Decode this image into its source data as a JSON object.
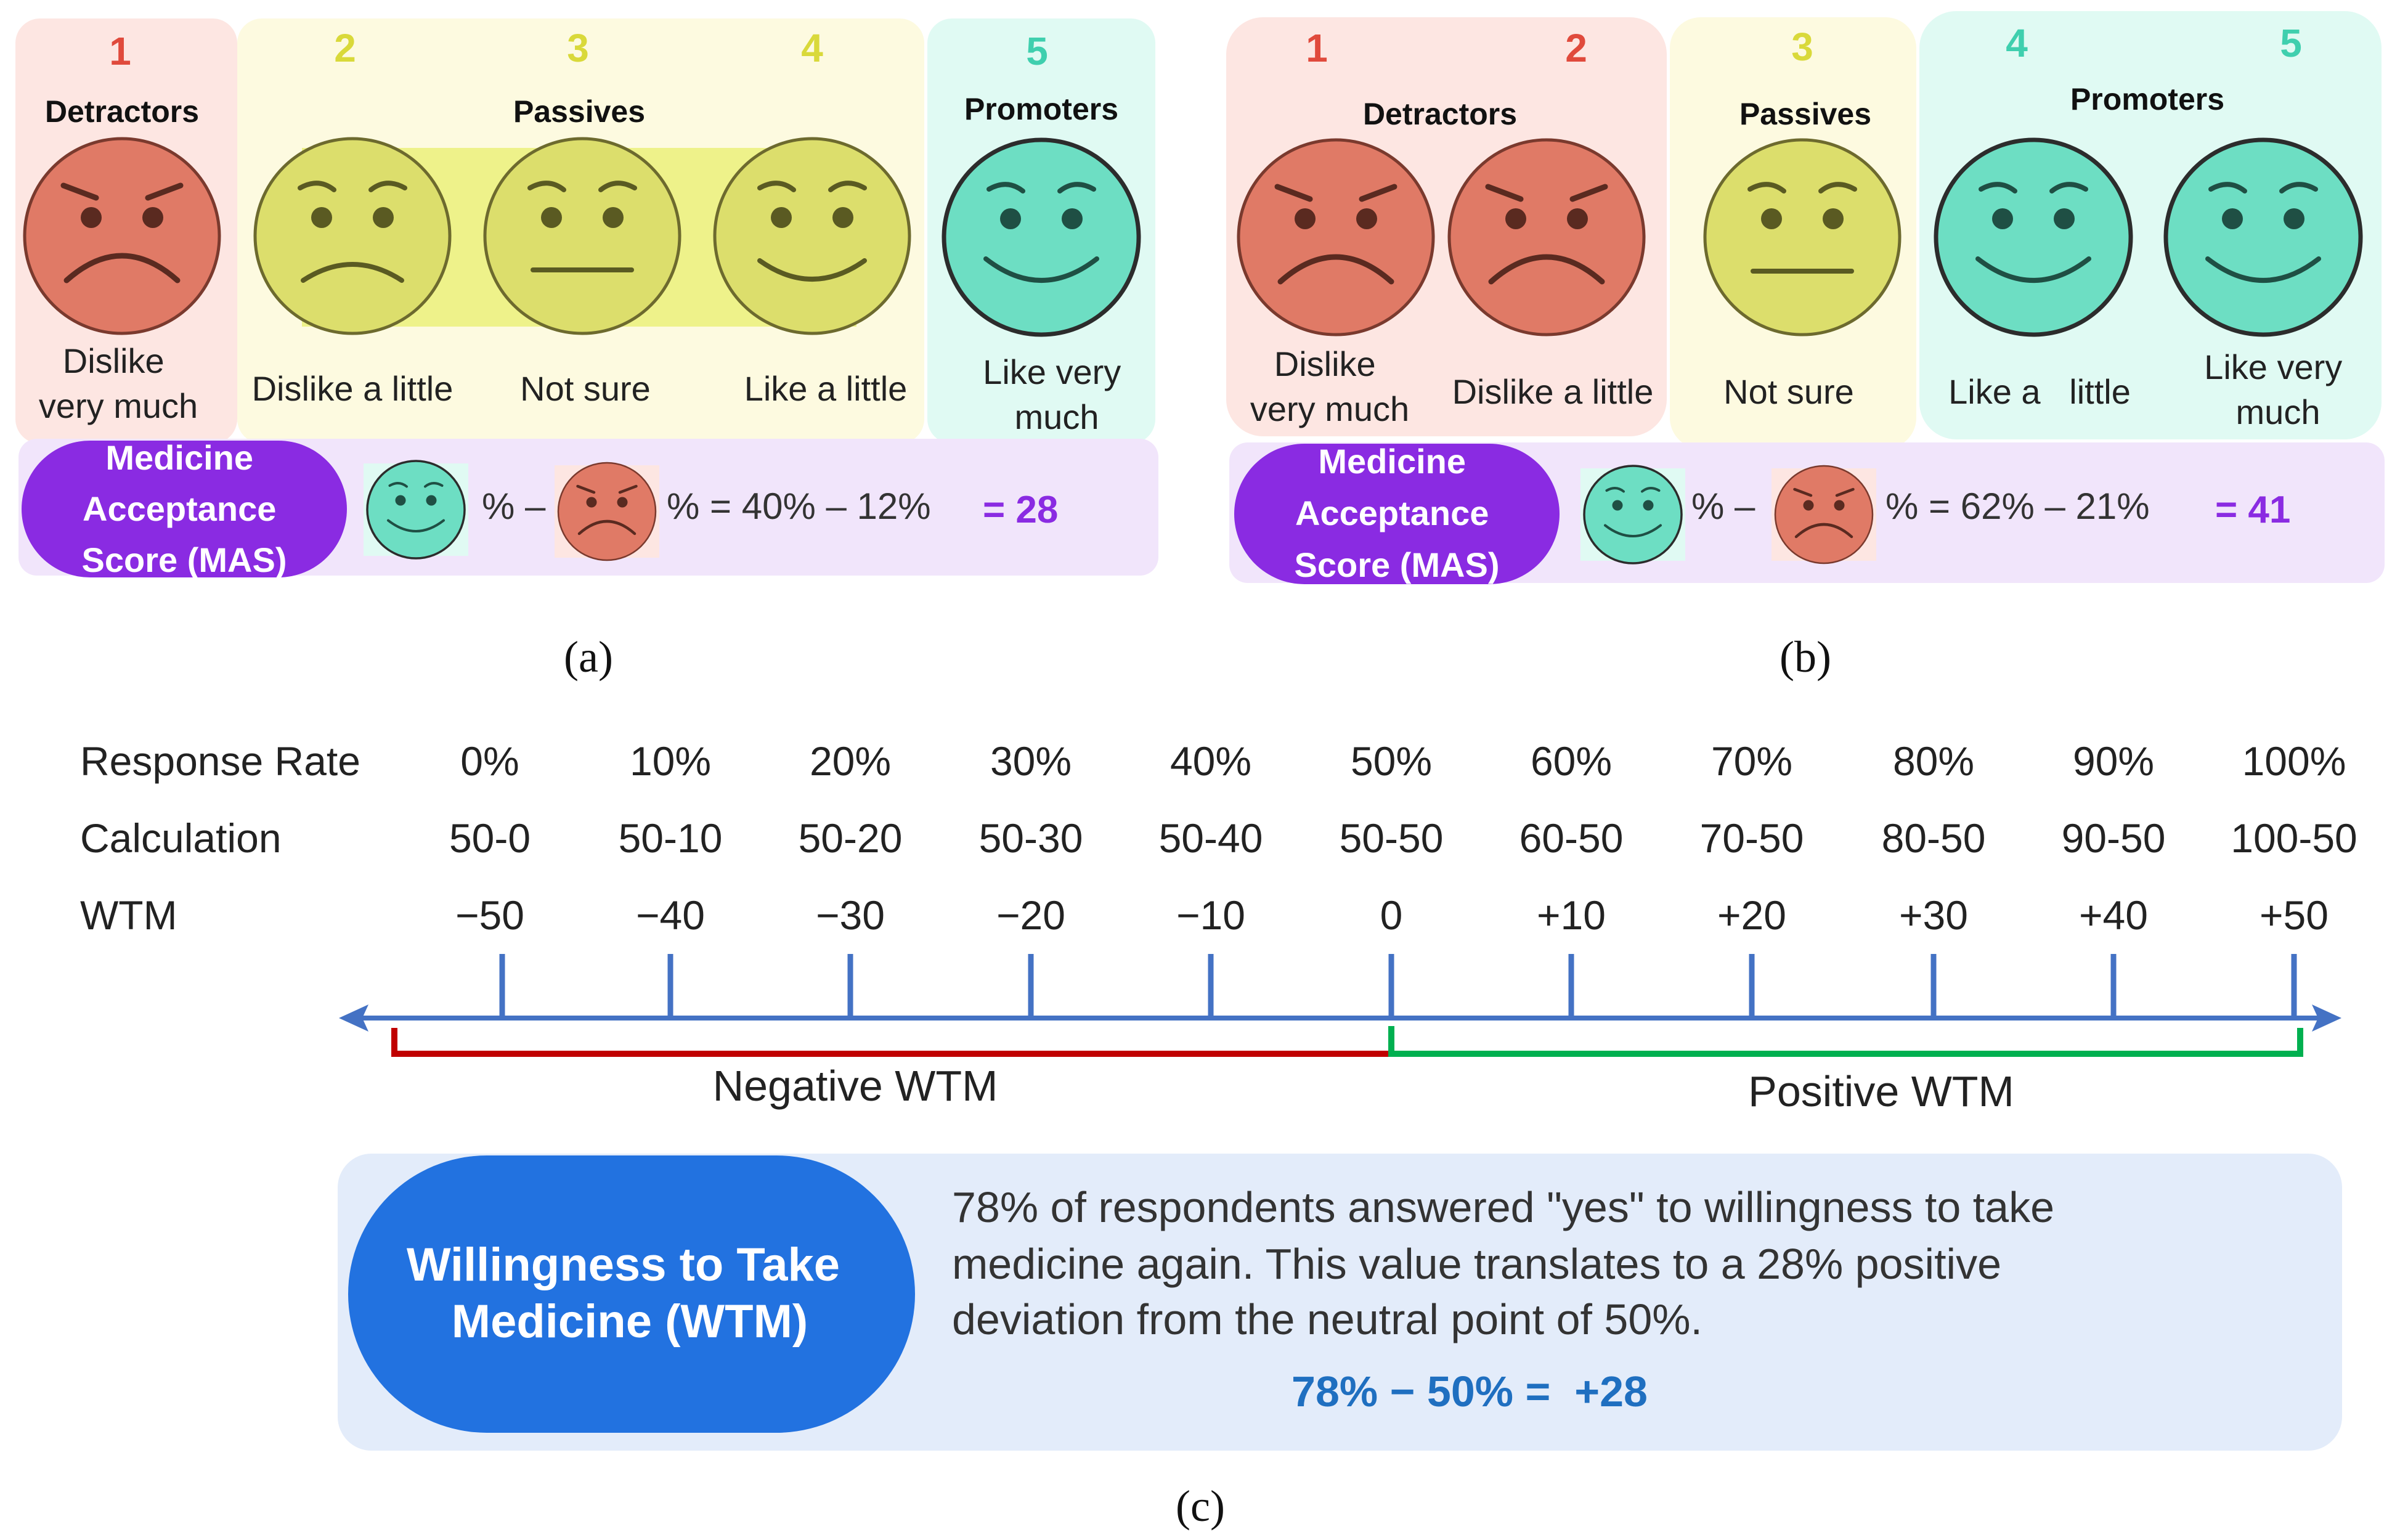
{
  "panel_a": {
    "numbers": [
      "1",
      "2",
      "3",
      "4",
      "5"
    ],
    "group_labels": {
      "detractors": "Detractors",
      "passives": "Passives",
      "promoters": "Promoters"
    },
    "face_labels": [
      [
        "Dislike",
        "very much"
      ],
      [
        "Dislike a little"
      ],
      [
        "Not sure"
      ],
      [
        "Like a little"
      ],
      [
        "Like very",
        "much"
      ]
    ],
    "mas_label": [
      "Medicine",
      "Acceptance",
      "Score (MAS)"
    ],
    "formula_pct1": "% –",
    "formula_rest": "% = 40% – 12%",
    "result": "= 28",
    "caption": "(a)"
  },
  "panel_b": {
    "numbers": [
      "1",
      "2",
      "3",
      "4",
      "5"
    ],
    "group_labels": {
      "detractors": "Detractors",
      "passives": "Passives",
      "promoters": "Promoters"
    },
    "face_labels": [
      [
        "Dislike",
        "very much"
      ],
      [
        "Dislike a little"
      ],
      [
        "Not sure"
      ],
      [
        "Like a   little"
      ],
      [
        "Like very",
        "much"
      ]
    ],
    "mas_label": [
      "Medicine",
      "Acceptance",
      "Score (MAS)"
    ],
    "formula_pct1": "% –",
    "formula_rest": "% = 62% – 21%",
    "result": "= 41",
    "caption": "(b)"
  },
  "panel_c": {
    "row_labels": [
      "Response Rate",
      "Calculation",
      "WTM"
    ],
    "response_rates": [
      "0%",
      "10%",
      "20%",
      "30%",
      "40%",
      "50%",
      "60%",
      "70%",
      "80%",
      "90%",
      "100%"
    ],
    "calculations": [
      "50-0",
      "50-10",
      "50-20",
      "50-30",
      "50-40",
      "50-50",
      "60-50",
      "70-50",
      "80-50",
      "90-50",
      "100-50"
    ],
    "wtm_values": [
      "−50",
      "−40",
      "−30",
      "−20",
      "−10",
      "0",
      "+10",
      "+20",
      "+30",
      "+40",
      "+50"
    ],
    "negative_label": "Negative WTM",
    "positive_label": "Positive WTM",
    "wtm_box_label": [
      "Willingness to Take",
      "Medicine (WTM)"
    ],
    "description": [
      "78% of respondents answered \"yes\" to willingness to take",
      "medicine again. This value translates to a 28% positive",
      "deviation from the neutral point of 50%."
    ],
    "equation": "78% − 50% =  +28",
    "caption": "(c)"
  },
  "colors": {
    "detractor_bg": "#fde6e2",
    "passive_bg": "#fdfae0",
    "promoter_bg": "#e0faf3",
    "mas_bg": "#f1e5fb",
    "red_face": "#e07a66",
    "yellow_face": "#dcde6c",
    "green_face": "#6ddec3",
    "num_red": "#e04a3c",
    "num_yellow": "#d9d93a",
    "num_green": "#3fcfae",
    "purple": "#8a2be2",
    "axis_blue": "#4472c4",
    "neg_red": "#c00000",
    "pos_green": "#00b050",
    "wtm_bg": "#e3ecfa",
    "wtm_pill": "#2272e0",
    "eq_blue": "#1f6fc0"
  }
}
